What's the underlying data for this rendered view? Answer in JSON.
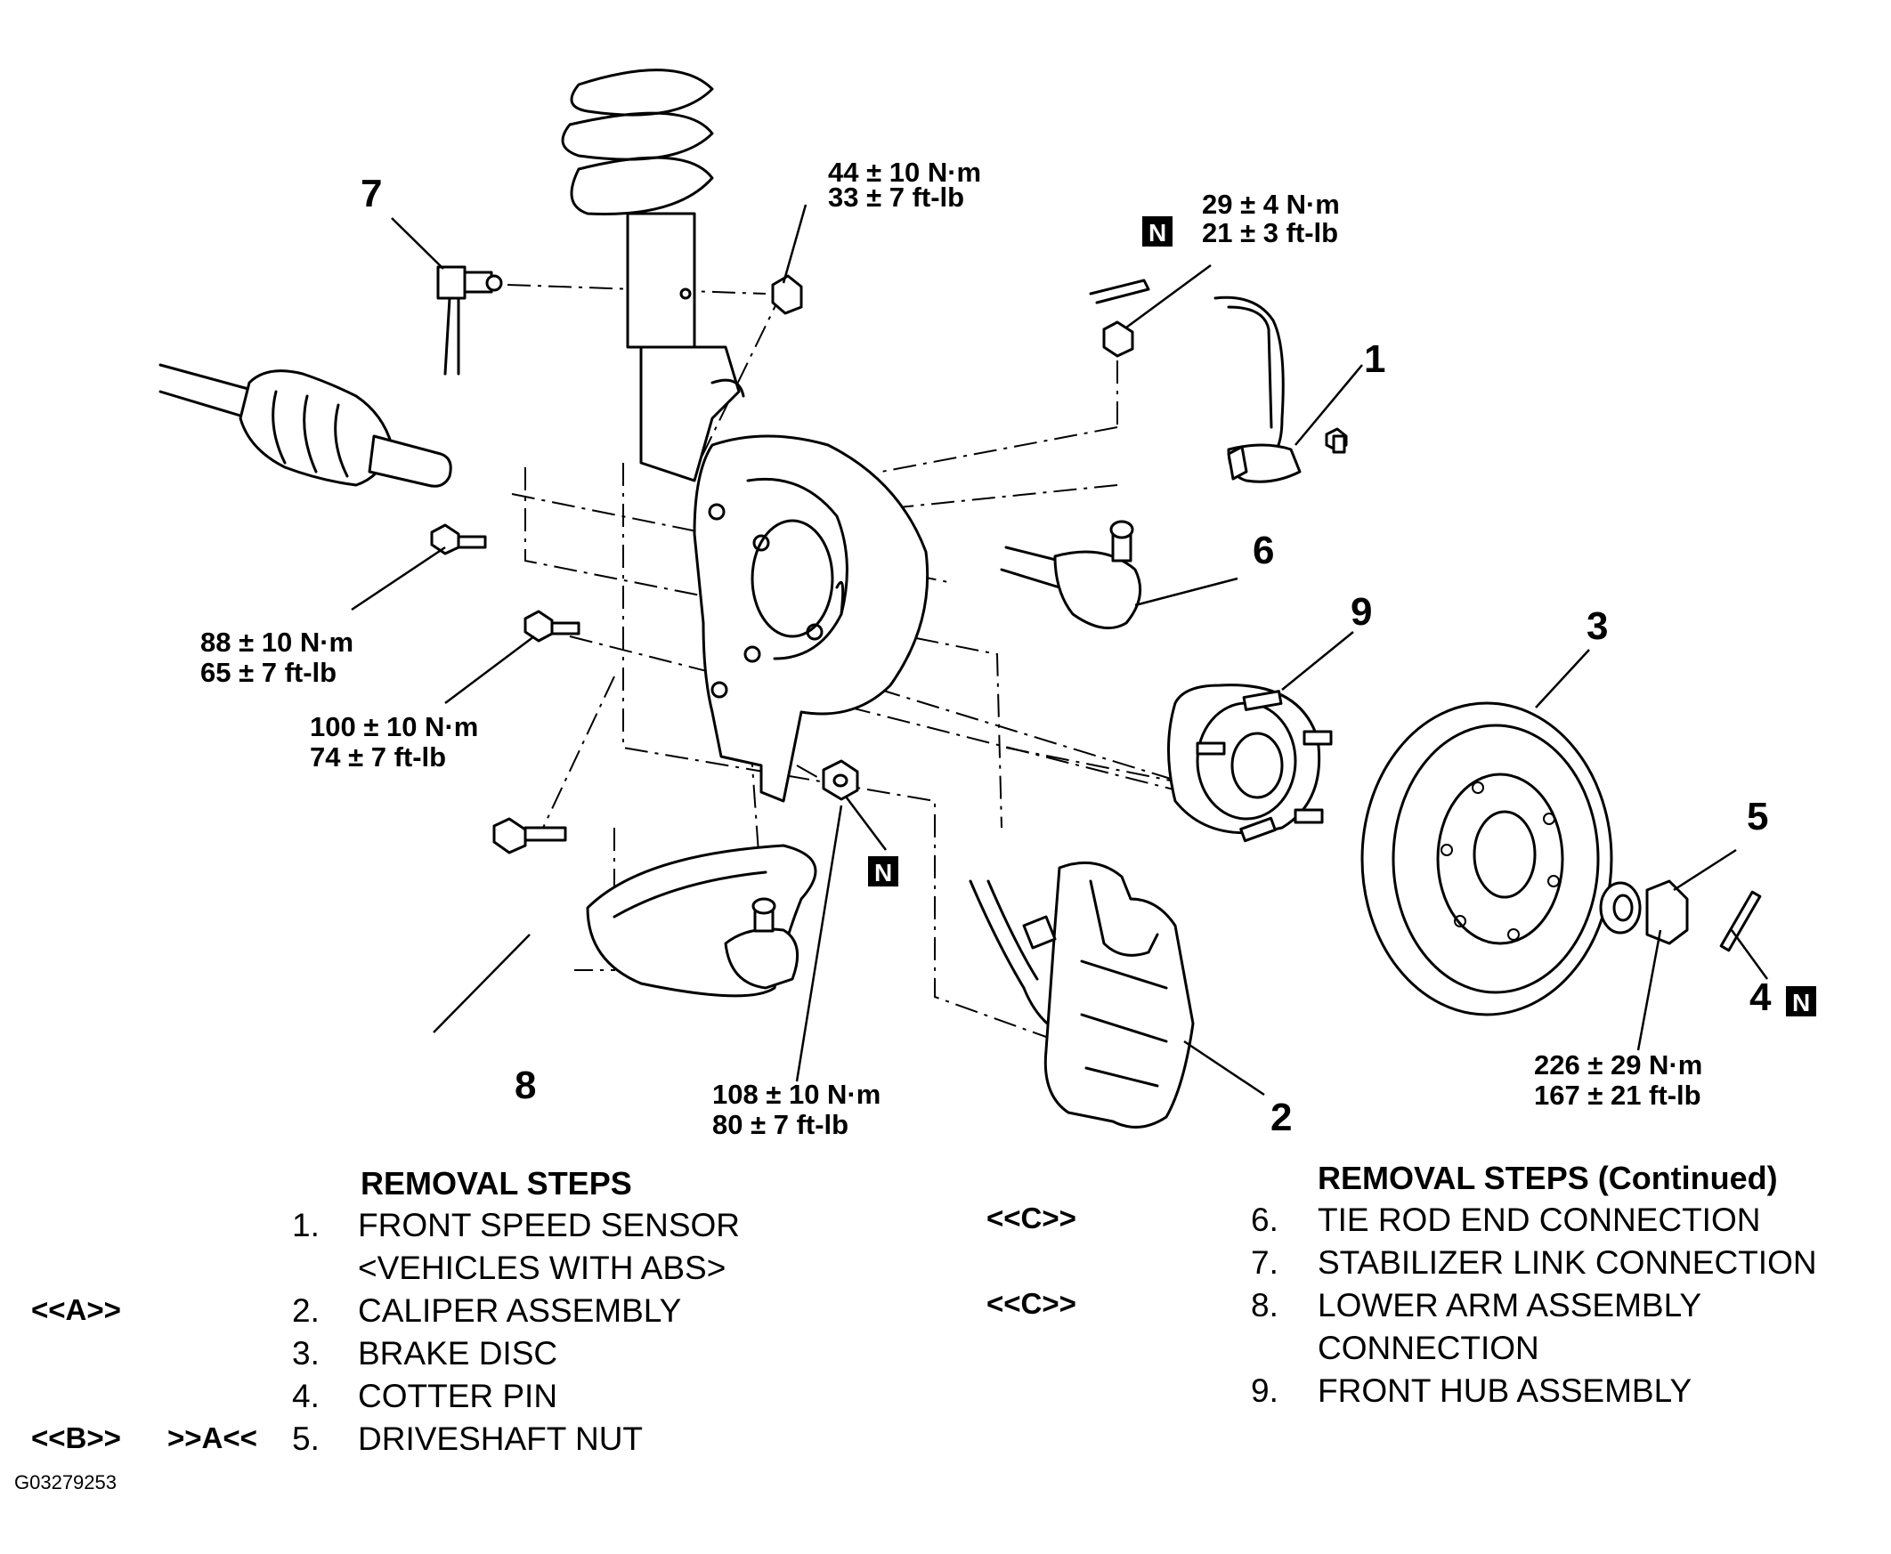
{
  "callouts": {
    "c1": "1",
    "c2": "2",
    "c3": "3",
    "c4": "4",
    "c5": "5",
    "c6": "6",
    "c7": "7",
    "c8": "8",
    "c9": "9"
  },
  "torques": {
    "t44": "44 ± 10 N·m",
    "t33": "33 ± 7 ft-lb",
    "t29": "29 ± 4 N·m",
    "t21": "21 ± 3 ft-lb",
    "t88": "88 ± 10 N·m",
    "t65": "65 ± 7 ft-lb",
    "t100": "100 ± 10 N·m",
    "t74": "74 ± 7 ft-lb",
    "t108": "108 ± 10 N·m",
    "t80": "80 ± 7 ft-lb",
    "t226": "226 ± 29 N·m",
    "t167": "167 ± 21 ft-lb"
  },
  "badge": "N",
  "left_column": {
    "header": "REMOVAL STEPS",
    "steps": [
      {
        "num": "1.",
        "text": "FRONT SPEED SENSOR"
      },
      {
        "num": "",
        "text": "<VEHICLES WITH ABS>"
      },
      {
        "num": "2.",
        "text": "CALIPER ASSEMBLY"
      },
      {
        "num": "3.",
        "text": "BRAKE DISC"
      },
      {
        "num": "4.",
        "text": "COTTER PIN"
      },
      {
        "num": "5.",
        "text": "DRIVESHAFT NUT"
      }
    ],
    "ref_a": "<<A>>",
    "ref_b": "<<B>>",
    "ref_b2": ">>A<<"
  },
  "right_column": {
    "header": "REMOVAL STEPS  (Continued)",
    "steps": [
      {
        "num": "6.",
        "text": "TIE ROD END CONNECTION"
      },
      {
        "num": "7.",
        "text": "STABILIZER LINK CONNECTION"
      },
      {
        "num": "8.",
        "text": "LOWER ARM ASSEMBLY"
      },
      {
        "num": "",
        "text": "CONNECTION"
      },
      {
        "num": "9.",
        "text": "FRONT HUB ASSEMBLY"
      }
    ],
    "ref_c1": "<<C>>",
    "ref_c2": "<<C>>"
  },
  "figure_code": "G03279253"
}
